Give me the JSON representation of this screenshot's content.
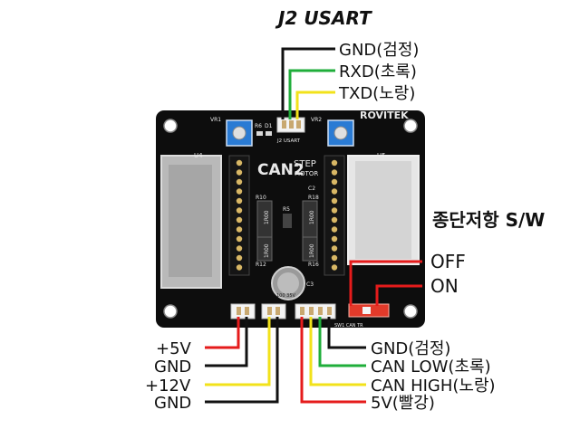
{
  "usart": {
    "title": "J2  USART",
    "wires": [
      "GND(검정)",
      "RXD(초록)",
      "TXD(노랑)"
    ]
  },
  "termination": {
    "title": "종단저항 S/W",
    "off": "OFF",
    "on": "ON"
  },
  "power": {
    "labels": [
      "+5V",
      "GND",
      "+12V",
      "GND"
    ]
  },
  "can": {
    "labels": [
      "GND(검정)",
      "CAN LOW(초록)",
      "CAN HIGH(노랑)",
      "5V(빨강)"
    ]
  },
  "board": {
    "brand": "ROVITEK",
    "model": "CAN2",
    "step": "STEP",
    "motor": "MOTOR",
    "u4": "U4",
    "u5": "U5",
    "vr1": "VR1",
    "vr2": "VR2",
    "r6": "R6",
    "d1": "D1",
    "j2": "J2 USART",
    "r10": "R10",
    "r18": "R18",
    "r5": "R5",
    "r12": "R12",
    "r16": "R16",
    "r1r00_a": "1R00",
    "r1r00_b": "1R00",
    "r1r00_c": "1R00",
    "r1r00_d": "1R00",
    "c3": "C3",
    "c2": "C2",
    "cap_text": "100 35V",
    "sw_text": "SW1 CAN TR"
  },
  "colors": {
    "black": "#111111",
    "green": "#1fae3a",
    "yellow": "#f2e21a",
    "red": "#e51b1b",
    "board": "#0d0d0d"
  }
}
